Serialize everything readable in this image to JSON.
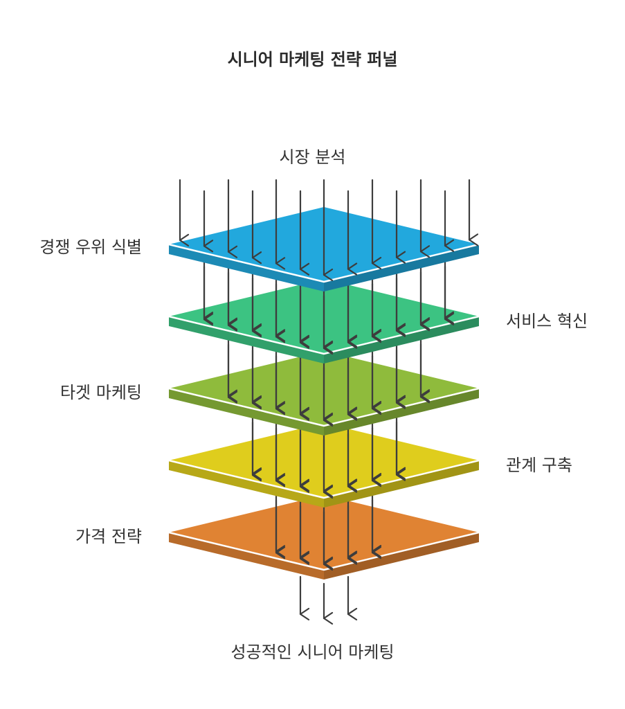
{
  "title": "시니어 마케팅 전략 퍼널",
  "input_label": "시장 분석",
  "output_label": "성공적인 시니어 마케팅",
  "layers": [
    {
      "label": "경쟁 우위 식별",
      "side": "left",
      "color": "#22a8dd"
    },
    {
      "label": "서비스 혁신",
      "side": "right",
      "color": "#3cc382"
    },
    {
      "label": "타겟 마케팅",
      "side": "left",
      "color": "#8fbb3c"
    },
    {
      "label": "관계 구축",
      "side": "right",
      "color": "#dfcd1d"
    },
    {
      "label": "가격 전략",
      "side": "left",
      "color": "#e08333"
    }
  ],
  "colors": {
    "arrow": "#3d3d3d",
    "text": "#333333",
    "highlight": "#ffffff"
  }
}
